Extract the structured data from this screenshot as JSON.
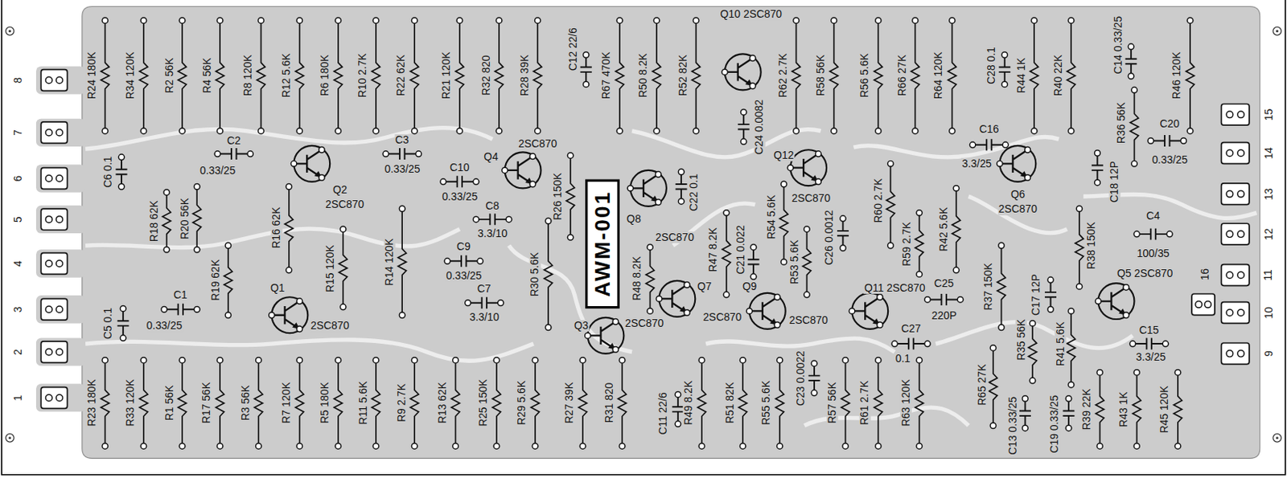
{
  "diagram": {
    "nodes": [
      {
        "text": [
          "AWM-001"
        ]
      }
    ],
    "labels": [
      "8",
      "7",
      "6",
      "5",
      "4",
      "3",
      "2",
      "1",
      "15",
      "14",
      "13",
      "12",
      "11",
      "10",
      "9",
      "16",
      "R24 180K",
      "R34 120K",
      "R2 56K",
      "R4 56K",
      "R8 120K",
      "R12 5.6K",
      "R6 180K",
      "R10 2.7K",
      "R22 62K",
      "R21 120K",
      "R32 820",
      "R28 39K",
      "C12 22/6",
      "R67 470K",
      "R50 8.2K",
      "R52 82K",
      "Q10 2SC870",
      "R62 2.7K",
      "R58 56K",
      "R56 5.6K",
      "R66 27K",
      "R64 120K",
      "C28 0.1",
      "R44 1K",
      "R40 22K",
      "C14 0.33/25",
      "R46 120K",
      "C6 0.1",
      "C2",
      "0.33/25",
      "R20 56K",
      "Q2",
      "2SC870",
      "R16 62K",
      "C3",
      "0.33/25",
      "C10",
      "0.33/25",
      "Q4",
      "2SC870",
      "R26 150K",
      "C8",
      "3.3/10",
      "C9",
      "0.33/25",
      "C7",
      "3.3/10",
      "R18 62K",
      "R19 62K",
      "R15 120K",
      "R14 120K",
      "R30 5.6K",
      "C5 0.1",
      "C1",
      "0.33/25",
      "Q1",
      "2SC870",
      "Q3",
      "2SC870",
      "Q8",
      "2SC870",
      "C22 0.1",
      "R48 8.2K",
      "Q7",
      "2SC870",
      "R47 8.2K",
      "C21 0.022",
      "R54 5.6K",
      "R53 5.6K",
      "C24 0.0082",
      "Q12",
      "2SC870",
      "C26 0.0012",
      "R60 2.7K",
      "R59 2.7K",
      "R42 5.6K",
      "Q9",
      "2SC870",
      "Q11 2SC870",
      "C25",
      "220P",
      "C27",
      "0.1",
      "C23 0.0022",
      "C16",
      "3.3/25",
      "Q6",
      "2SC870",
      "C18 12P",
      "R36 56K",
      "R38 150K",
      "C20",
      "0.33/25",
      "C4",
      "100/35",
      "C17 12P",
      "R37 150K",
      "R35 56K",
      "R41 5.6K",
      "Q5 2SC870",
      "C15",
      "3.3/25",
      "C13 0.33/25",
      "C19 0.33/25",
      "R65 27K",
      "R23 180K",
      "R33 120K",
      "R1 56K",
      "R17 56K",
      "R3 56K",
      "R7 120K",
      "R5 180K",
      "R11 5.6K",
      "R9 2.7K",
      "R13 62K",
      "R25 150K",
      "R29 5.6K",
      "R27 39K",
      "R31 820",
      "C11 22/6",
      "R49 8.2K",
      "R51 82K",
      "R55 5.6K",
      "R57 56K",
      "R61 2.7K",
      "R63 120K",
      "R39 22K",
      "R43 1K",
      "R45 120K"
    ]
  }
}
